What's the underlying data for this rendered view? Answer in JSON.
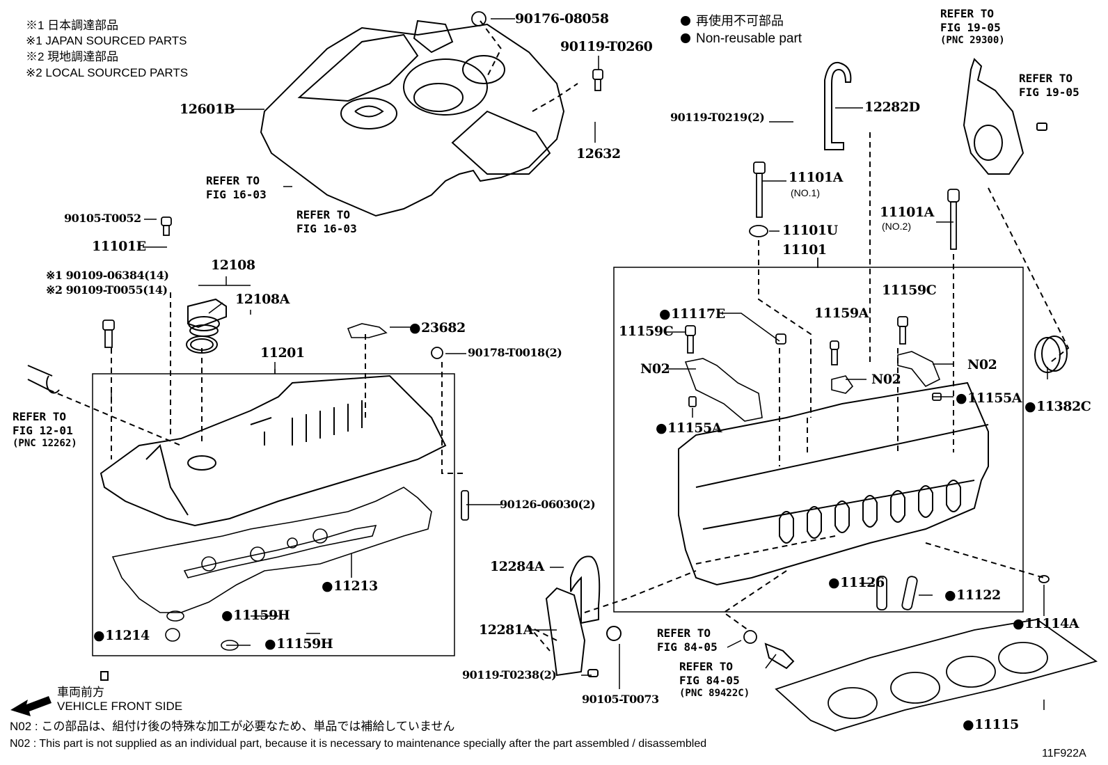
{
  "notes": {
    "sourcing": [
      "※1 日本調達部品",
      "※1 JAPAN SOURCED PARTS",
      "※2 現地調達部品",
      "※2 LOCAL SOURCED PARTS"
    ],
    "legend": [
      "再使用不可部品",
      "Non-reusable part"
    ],
    "front_jp": "車両前方",
    "front_en": "VEHICLE FRONT SIDE",
    "n02_jp": "N02 : この部品は、組付け後の特殊な加工が必要なため、単品では補給していません",
    "n02_en": "N02 : This part is not supplied as an individual part, because it is necessary to maintenance specially after the part assembled / disassembled",
    "figure_id": "11F922A"
  },
  "parts": {
    "p90176_08058": "90176-08058",
    "p90119_T0260": "90119-T0260",
    "p12601B": "12601B",
    "p12632": "12632",
    "refer_16_03_a": [
      "REFER TO",
      "FIG 16-03"
    ],
    "refer_16_03_b": [
      "REFER TO",
      "FIG 16-03"
    ],
    "p90105_T0052": "90105-T0052",
    "p11101E": "11101E",
    "p90109_06384": "※1 90109-06384(14)",
    "p90109_T0055": "※2 90109-T0055(14)",
    "p12108": "12108",
    "p12108A": "12108A",
    "p23682": "23682",
    "p90178_T0018": "90178-T0018(2)",
    "p11201": "11201",
    "refer_12_01": [
      "REFER TO",
      "FIG 12-01",
      "(PNC 12262)"
    ],
    "p90126_06030": "90126-06030(2)",
    "p11213": "11213",
    "p11159H_a": "11159H",
    "p11214": "11214",
    "p11159H_b": "11159H",
    "p90119_T0219": "90119-T0219(2)",
    "p12282D": "12282D",
    "refer_19_05_a": [
      "REFER TO",
      "FIG 19-05",
      "(PNC 29300)"
    ],
    "refer_19_05_b": [
      "REFER TO",
      "FIG 19-05"
    ],
    "p11101A_1": "11101A",
    "p11101A_1_sub": "(NO.1)",
    "p11101U": "11101U",
    "p11101": "11101",
    "p11101A_2": "11101A",
    "p11101A_2_sub": "(NO.2)",
    "p11159C_a": "11159C",
    "p11117E": "11117E",
    "p11159C_b": "11159C",
    "p11159A": "11159A",
    "n02_a": "N02",
    "n02_b": "N02",
    "n02_c": "N02",
    "p11155A_a": "11155A",
    "p11155A_b": "11155A",
    "p11382C": "11382C",
    "p12284A": "12284A",
    "p12281A": "12281A",
    "p90119_T0238": "90119-T0238(2)",
    "p90105_T0073": "90105-T0073",
    "refer_84_05_a": [
      "REFER TO",
      "FIG 84-05"
    ],
    "refer_84_05_b": [
      "REFER TO",
      "FIG 84-05",
      "(PNC 89422C)"
    ],
    "p11126": "11126",
    "p11122": "11122",
    "p11114A": "11114A",
    "p11115": "11115"
  }
}
